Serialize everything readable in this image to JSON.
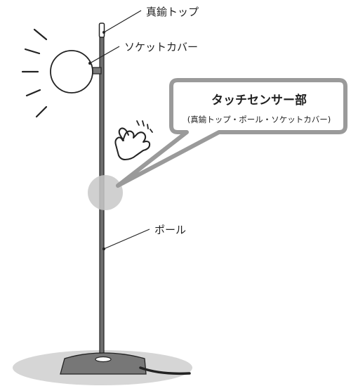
{
  "labels": {
    "top": "真鍮トップ",
    "socket": "ソケットカバー",
    "pole": "ポール"
  },
  "callout": {
    "title": "タッチセンサー部",
    "subtitle": "(真鍮トップ・ポール・ソケットカバー)"
  },
  "colors": {
    "line": "#222222",
    "callout_border": "#9a9a9a",
    "shadow": "#d6d6d6",
    "touch_zone": "#c8c8c8",
    "pole": "#6e6e6e",
    "base": "#777777"
  }
}
